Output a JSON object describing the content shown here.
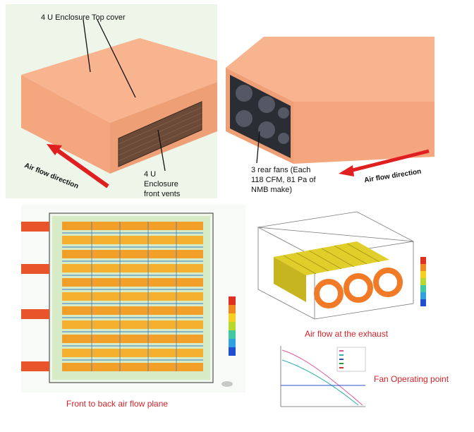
{
  "enclosure_front": {
    "top_cover_label": "4 U Enclosure Top cover",
    "front_vents_label": "4 U\nEnclosure\nfront vents",
    "air_flow_label": "Air flow direction"
  },
  "enclosure_rear": {
    "fans_label": "3 rear fans (Each\n118 CFM, 81 Pa of\nNMB make)",
    "air_flow_label": "Air flow direction"
  },
  "cfd_plane": {
    "caption": "Front to back air flow plane"
  },
  "exhaust": {
    "caption": "Air flow at the exhaust"
  },
  "fan_curve": {
    "caption": "Fan Operating point"
  },
  "colors": {
    "enclosure": "#f6ad86",
    "enclosure_side": "#efa079",
    "arrow_red": "#e02020",
    "caption_red": "#d2232a"
  }
}
